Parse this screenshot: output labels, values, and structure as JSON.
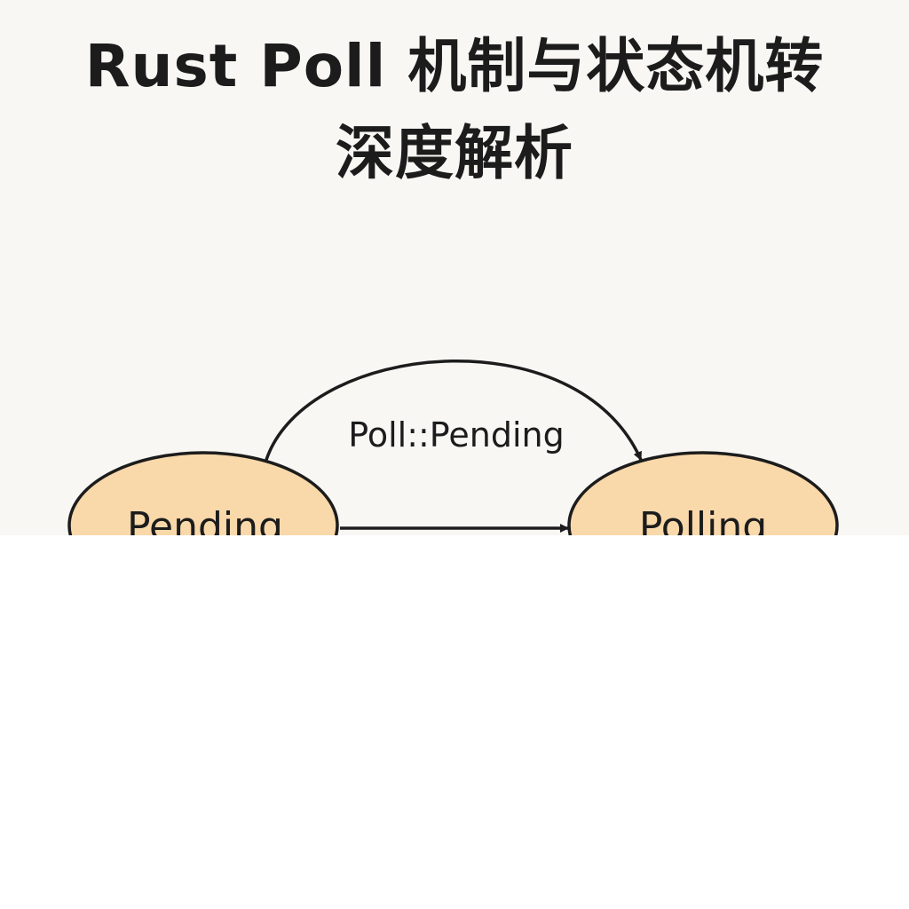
{
  "title": {
    "line1": "Rust Poll 机制与状态机转",
    "line2": "深度解析"
  },
  "states": {
    "pending": "Pending",
    "polling": "Polling"
  },
  "edges": {
    "loop_label": "Poll::Pending"
  },
  "colors": {
    "state_fill": "#f9d8aa",
    "stroke": "#1c1c1c",
    "background": "#f8f7f4"
  }
}
